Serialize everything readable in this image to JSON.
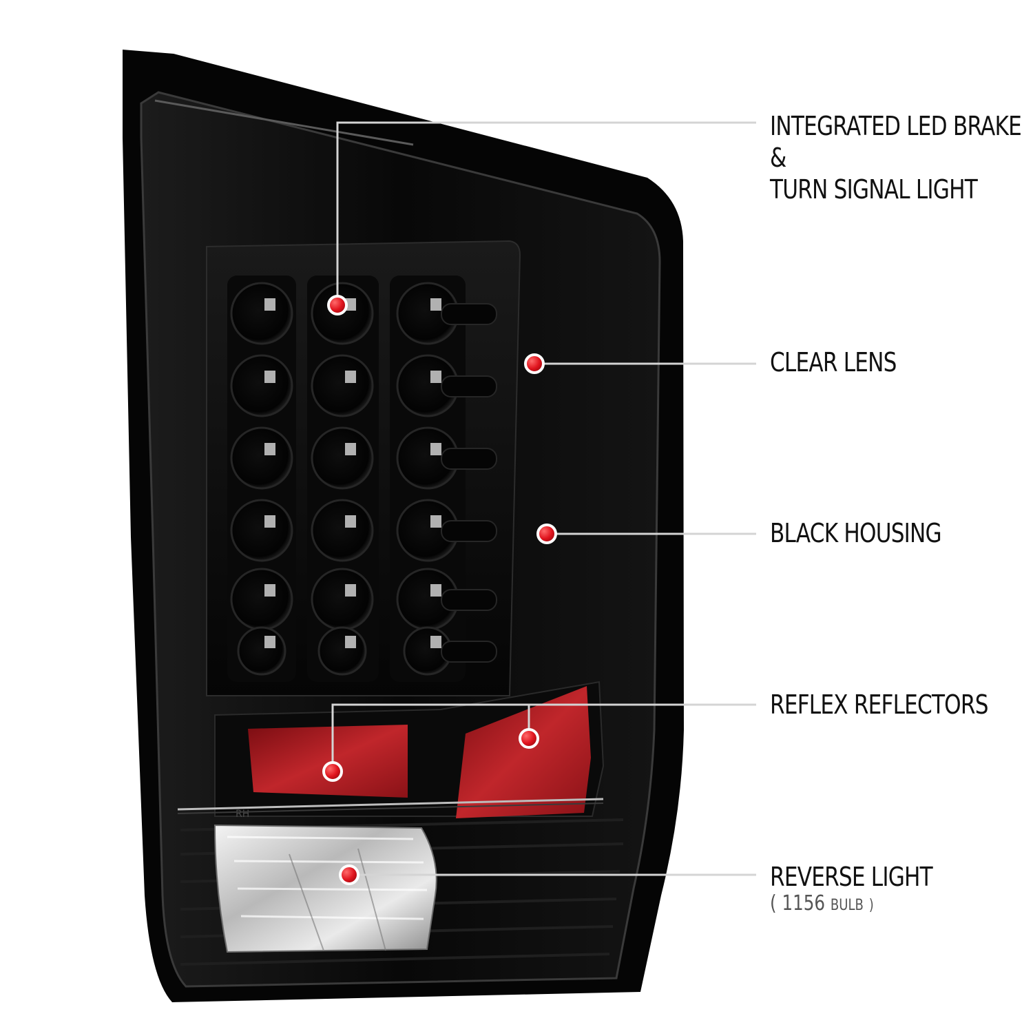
{
  "callouts": {
    "brake": {
      "line1": "INTEGRATED LED BRAKE",
      "line2": "&",
      "line3": "TURN SIGNAL LIGHT"
    },
    "lens": {
      "label": "CLEAR LENS"
    },
    "housing": {
      "label": "BLACK HOUSING"
    },
    "reflex": {
      "label": "REFLEX REFLECTORS"
    },
    "reverse": {
      "label": "REVERSE LIGHT",
      "bulb_open": "(",
      "bulb_number": "1156",
      "bulb_word": "BULB",
      "bulb_close": ")"
    }
  },
  "housing_markings": "RH",
  "colors": {
    "housing": "#0b0b0b",
    "reflector": "#b31f24",
    "marker": "#e0141e",
    "leader": "#d4d4d4",
    "text": "#111111"
  }
}
